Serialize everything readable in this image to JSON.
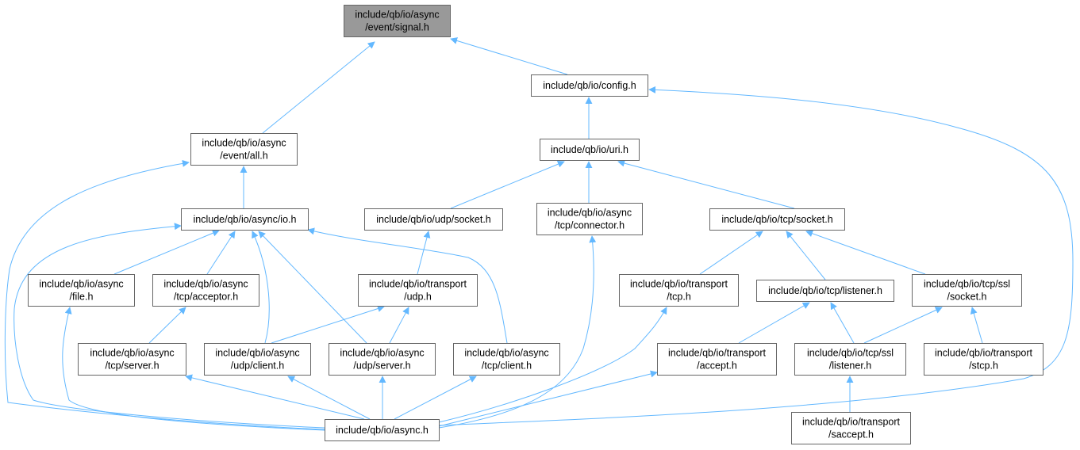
{
  "graph": {
    "colors": {
      "edge": "#63b8ff",
      "node_border": "#666666",
      "node_fill": "#ffffff",
      "root_fill": "#999999"
    },
    "nodes": [
      {
        "id": "signal",
        "lines": [
          "include/qb/io/async",
          "/event/signal.h"
        ],
        "root": true
      },
      {
        "id": "config",
        "lines": [
          "include/qb/io/config.h"
        ]
      },
      {
        "id": "eventall",
        "lines": [
          "include/qb/io/async",
          "/event/all.h"
        ]
      },
      {
        "id": "uri",
        "lines": [
          "include/qb/io/uri.h"
        ]
      },
      {
        "id": "io",
        "lines": [
          "include/qb/io/async/io.h"
        ]
      },
      {
        "id": "udpsocket",
        "lines": [
          "include/qb/io/udp/socket.h"
        ]
      },
      {
        "id": "tcpconnector",
        "lines": [
          "include/qb/io/async",
          "/tcp/connector.h"
        ]
      },
      {
        "id": "tcpsocket",
        "lines": [
          "include/qb/io/tcp/socket.h"
        ]
      },
      {
        "id": "file",
        "lines": [
          "include/qb/io/async",
          "/file.h"
        ]
      },
      {
        "id": "tcpacceptor",
        "lines": [
          "include/qb/io/async",
          "/tcp/acceptor.h"
        ]
      },
      {
        "id": "transudp",
        "lines": [
          "include/qb/io/transport",
          "/udp.h"
        ]
      },
      {
        "id": "transtcp",
        "lines": [
          "include/qb/io/transport",
          "/tcp.h"
        ]
      },
      {
        "id": "tcplistener",
        "lines": [
          "include/qb/io/tcp/listener.h"
        ]
      },
      {
        "id": "sslsocket",
        "lines": [
          "include/qb/io/tcp/ssl",
          "/socket.h"
        ]
      },
      {
        "id": "tcpserver",
        "lines": [
          "include/qb/io/async",
          "/tcp/server.h"
        ]
      },
      {
        "id": "udpclient",
        "lines": [
          "include/qb/io/async",
          "/udp/client.h"
        ]
      },
      {
        "id": "udpserver",
        "lines": [
          "include/qb/io/async",
          "/udp/server.h"
        ]
      },
      {
        "id": "tcpclient",
        "lines": [
          "include/qb/io/async",
          "/tcp/client.h"
        ]
      },
      {
        "id": "transaccept",
        "lines": [
          "include/qb/io/transport",
          "/accept.h"
        ]
      },
      {
        "id": "ssllistener",
        "lines": [
          "include/qb/io/tcp/ssl",
          "/listener.h"
        ]
      },
      {
        "id": "transstcp",
        "lines": [
          "include/qb/io/transport",
          "/stcp.h"
        ]
      },
      {
        "id": "async",
        "lines": [
          "include/qb/io/async.h"
        ]
      },
      {
        "id": "transsaccept",
        "lines": [
          "include/qb/io/transport",
          "/saccept.h"
        ]
      }
    ],
    "edges": [
      {
        "from": "eventall",
        "to": "signal"
      },
      {
        "from": "config",
        "to": "signal"
      },
      {
        "from": "uri",
        "to": "config"
      },
      {
        "from": "async",
        "to": "config"
      },
      {
        "from": "io",
        "to": "eventall"
      },
      {
        "from": "async",
        "to": "eventall"
      },
      {
        "from": "udpsocket",
        "to": "uri"
      },
      {
        "from": "tcpconnector",
        "to": "uri"
      },
      {
        "from": "tcpsocket",
        "to": "uri"
      },
      {
        "from": "file",
        "to": "io"
      },
      {
        "from": "tcpacceptor",
        "to": "io"
      },
      {
        "from": "udpclient",
        "to": "io"
      },
      {
        "from": "udpserver",
        "to": "io"
      },
      {
        "from": "tcpclient",
        "to": "io"
      },
      {
        "from": "async",
        "to": "io"
      },
      {
        "from": "transudp",
        "to": "udpsocket"
      },
      {
        "from": "async",
        "to": "tcpconnector"
      },
      {
        "from": "transtcp",
        "to": "tcpsocket"
      },
      {
        "from": "tcplistener",
        "to": "tcpsocket"
      },
      {
        "from": "sslsocket",
        "to": "tcpsocket"
      },
      {
        "from": "async",
        "to": "file"
      },
      {
        "from": "tcpserver",
        "to": "tcpacceptor"
      },
      {
        "from": "udpclient",
        "to": "transudp"
      },
      {
        "from": "udpserver",
        "to": "transudp"
      },
      {
        "from": "async",
        "to": "transtcp"
      },
      {
        "from": "transaccept",
        "to": "tcplistener"
      },
      {
        "from": "ssllistener",
        "to": "tcplistener"
      },
      {
        "from": "ssllistener",
        "to": "sslsocket"
      },
      {
        "from": "transstcp",
        "to": "sslsocket"
      },
      {
        "from": "async",
        "to": "tcpserver"
      },
      {
        "from": "async",
        "to": "udpclient"
      },
      {
        "from": "async",
        "to": "udpserver"
      },
      {
        "from": "async",
        "to": "tcpclient"
      },
      {
        "from": "async",
        "to": "transaccept"
      },
      {
        "from": "transsaccept",
        "to": "ssllistener"
      }
    ]
  }
}
